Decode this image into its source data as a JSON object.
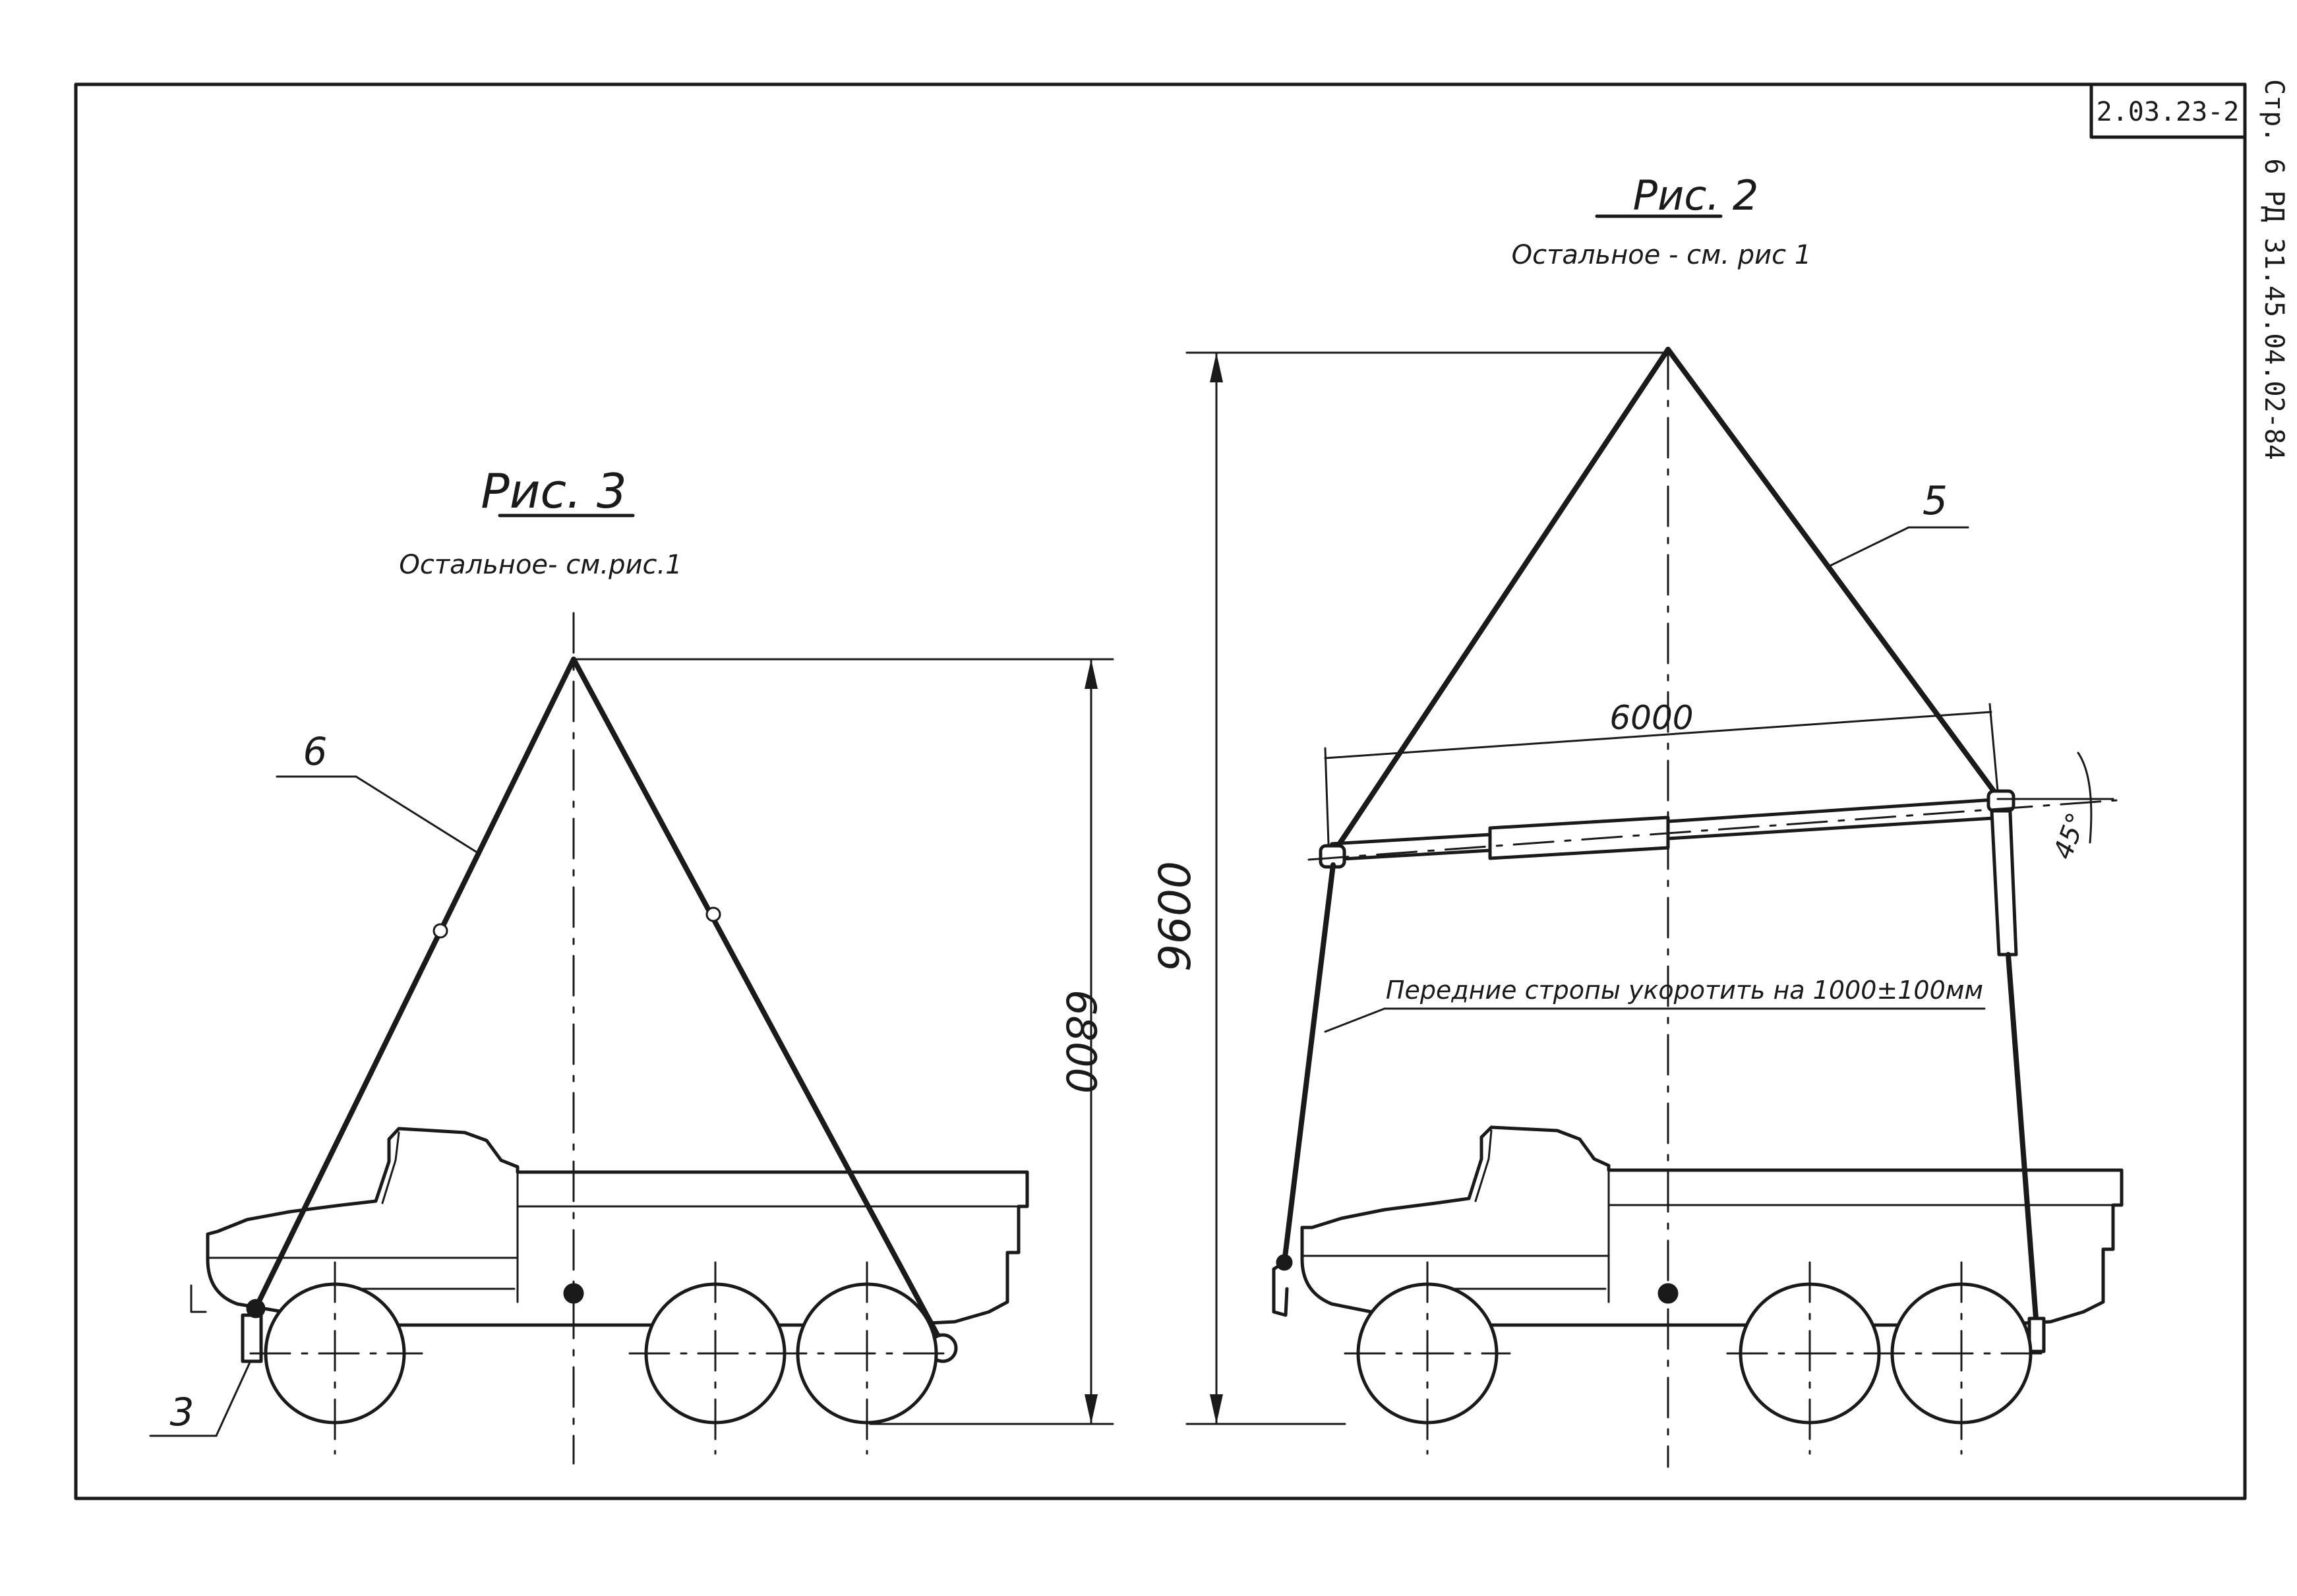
{
  "sheet": {
    "code": "2.03.23-2",
    "side_text": "Стр. 6 РД 31.45.04.02-84"
  },
  "fig3": {
    "title": "Рис. 3",
    "subtitle": "Остальное- см.рис.1",
    "label_sling": "6",
    "label_part": "3",
    "dim_height": "6800"
  },
  "fig2": {
    "title": "Рис. 2",
    "subtitle": "Остальное - см. рис 1",
    "label_sling": "5",
    "dim_height": "9600",
    "dim_span": "6000",
    "angle": "45°",
    "note": "Передние стропы укоротить на 1000±100мм"
  },
  "colors": {
    "ink": "#1a1a1a",
    "paper": "#ffffff"
  }
}
